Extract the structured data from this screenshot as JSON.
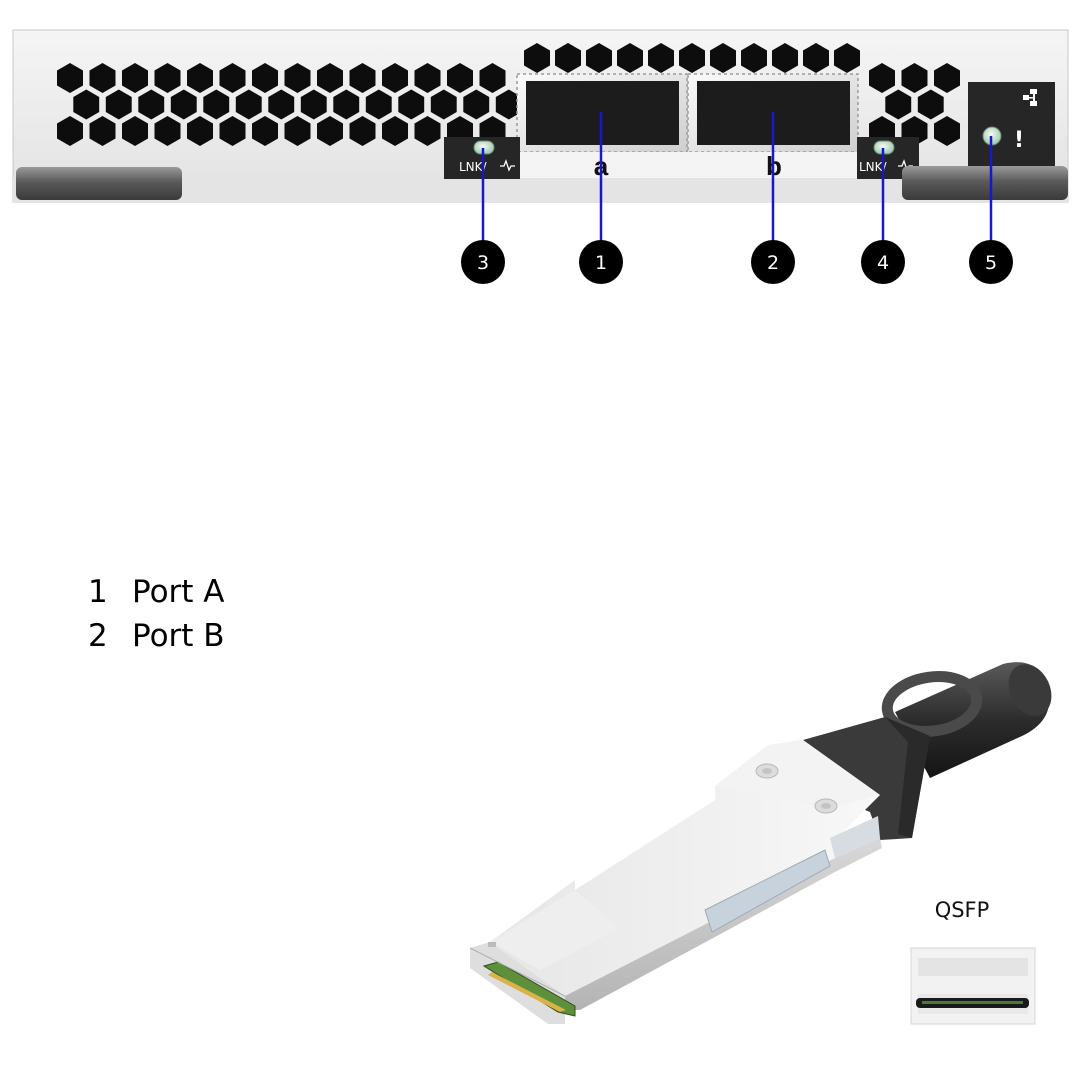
{
  "ports": [
    {
      "letter": "a"
    },
    {
      "letter": "b"
    }
  ],
  "led_labels": [
    "LNK/",
    "LNK/"
  ],
  "callouts": [
    "1",
    "2",
    "3",
    "4",
    "5"
  ],
  "legend": [
    {
      "number": "1",
      "text": "Port A"
    },
    {
      "number": "2",
      "text": "Port B"
    }
  ],
  "connector_label": "QSFP",
  "colors": {
    "callout_line": "#1818c8",
    "callout_circle": "#000000",
    "panel": "#eeeeee",
    "hex_holes": "#0d0d0d"
  },
  "icons": [
    "network-icon",
    "activity-icon",
    "warning-icon"
  ]
}
